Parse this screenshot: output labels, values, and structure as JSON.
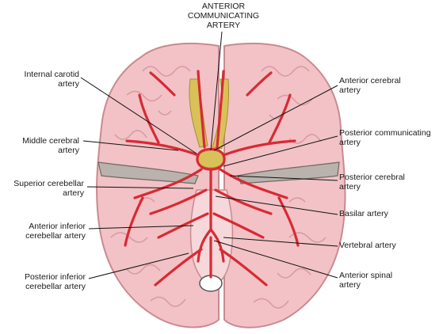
{
  "labels": {
    "anterior_communicating": "ANTERIOR\nCOMMUNICATING\nARTERY",
    "internal_carotid": "Internal carotid\nartery",
    "middle_cerebral": "Middle cerebral\nartery",
    "superior_cerebellar": "Superior cerebellar\nartery",
    "anterior_inferior_cerebellar": "Anterior inferior\ncerebellar artery",
    "posterior_inferior_cerebellar": "Posterior inferior\ncerebellar artery",
    "anterior_cerebral": "Anterior cerebral\nartery",
    "posterior_communicating": "Posterior communicating\nartery",
    "posterior_cerebral": "Posterior cerebral\nartery",
    "basilar": "Basilar artery",
    "vertebral": "Vertebral artery",
    "anterior_spinal": "Anterior spinal\nartery"
  },
  "colors": {
    "brain_fill": "#f2c2c6",
    "brain_outline": "#c98a90",
    "gyri": "#d89ca2",
    "artery": "#d82a34",
    "artery_dark": "#a81820",
    "nerve": "#d9c15a",
    "tentorium": "#b9b2ad",
    "leader": "#111111"
  },
  "icons": {
    "brain": "brain-base-icon"
  }
}
